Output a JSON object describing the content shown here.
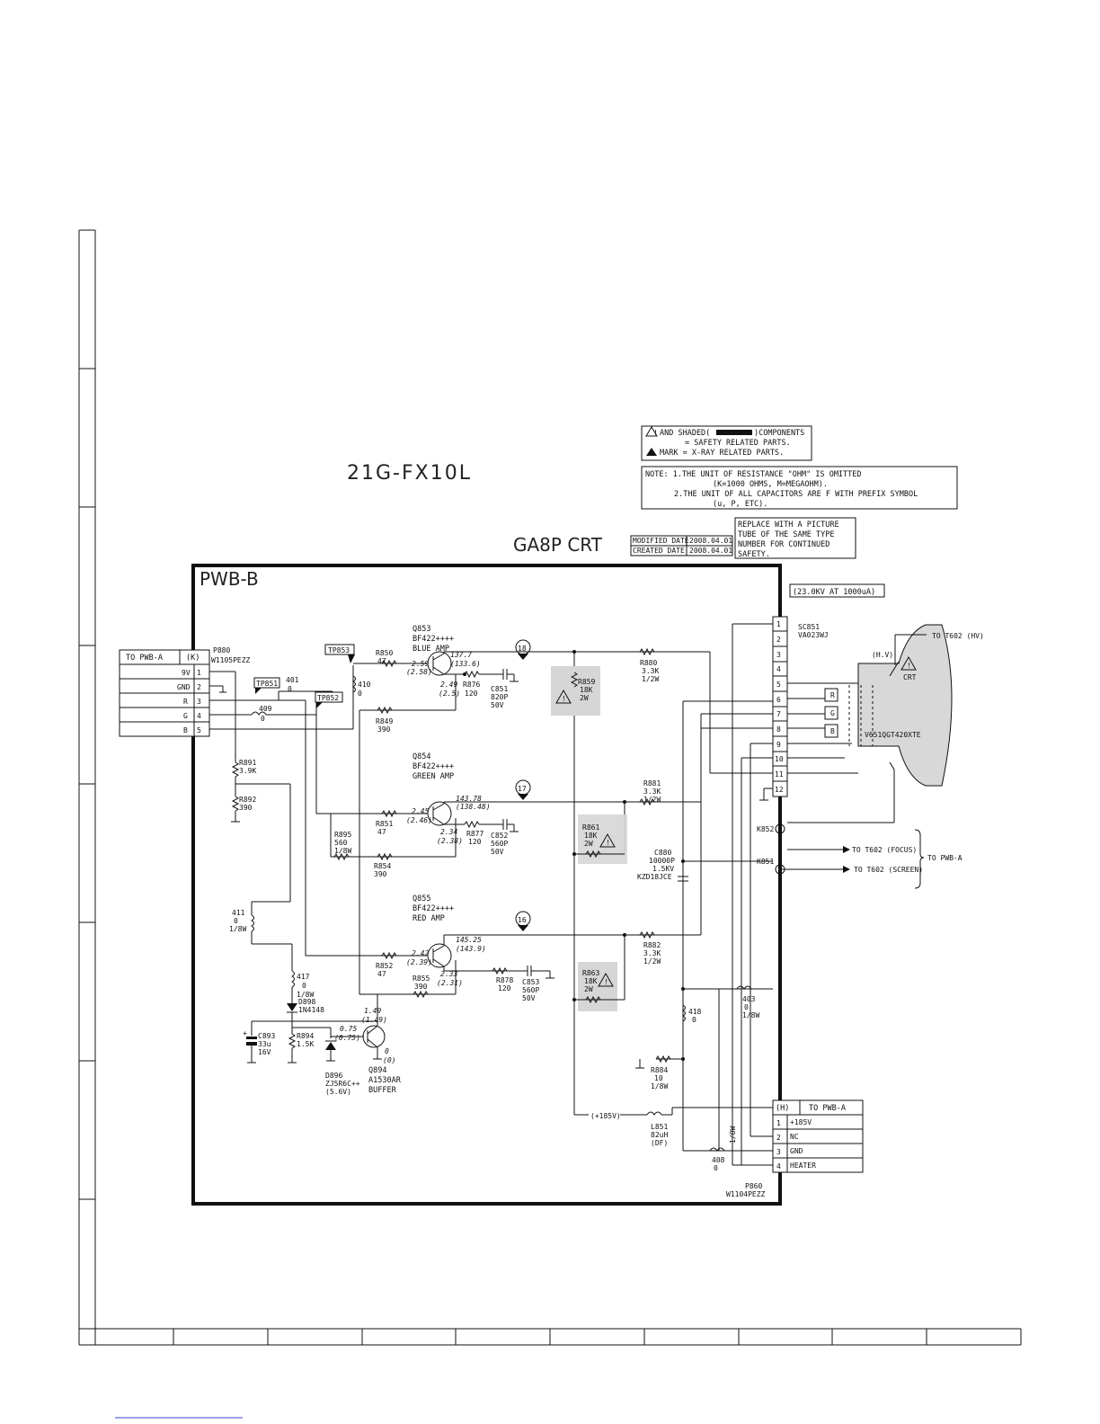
{
  "model": "21G-FX10L",
  "chassis": "GA8P CRT",
  "board": "PWB-B",
  "safety_note": {
    "line1": "AND SHADED(",
    "line1b": ")COMPONENTS",
    "line2": "= SAFETY RELATED PARTS.",
    "line3": "MARK = X-RAY RELATED PARTS."
  },
  "unit_note": {
    "line1": "NOTE: 1.THE UNIT OF RESISTANCE \"OHM\" IS OMITTED",
    "line2": "(K=1000 OHMS, M=MEGAOHM).",
    "line3": "2.THE UNIT OF ALL CAPACITORS ARE F WITH PREFIX SYMBOL",
    "line4": "(u, P, ETC)."
  },
  "dates": {
    "modified_label": "MODIFIED DATE",
    "modified": "2008.04.01",
    "created_label": "CREATED DATE",
    "created": "2008.04.01"
  },
  "replace_note": {
    "line1": "REPLACE WITH A PICTURE",
    "line2": "TUBE OF THE SAME TYPE",
    "line3": "NUMBER FOR CONTINUED",
    "line4": "SAFETY."
  },
  "hv_note": "(23.0KV AT 1000uA)",
  "conn_k": {
    "title": "TO PWB-A",
    "tag": "(K)",
    "ref": "P880",
    "part": "W1105PEZZ",
    "pins": [
      {
        "n": "1",
        "label": "9V"
      },
      {
        "n": "2",
        "label": "GND"
      },
      {
        "n": "3",
        "label": "R"
      },
      {
        "n": "4",
        "label": "G"
      },
      {
        "n": "5",
        "label": "B"
      }
    ]
  },
  "conn_h": {
    "tag": "(H)",
    "title": "TO PWB-A",
    "ref": "P860",
    "part": "W1104PEZZ",
    "pins": [
      {
        "n": "1",
        "label": "+185V"
      },
      {
        "n": "2",
        "label": "NC"
      },
      {
        "n": "3",
        "label": "GND"
      },
      {
        "n": "4",
        "label": "HEATER"
      }
    ]
  },
  "socket": {
    "ref": "SC851",
    "part": "VA023WJ",
    "pins": [
      "1",
      "2",
      "3",
      "4",
      "5",
      "6",
      "7",
      "8",
      "9",
      "10",
      "11",
      "12"
    ]
  },
  "crt": {
    "label": "CRT",
    "hv": "(H.V)",
    "part": "V651QGT420XTE",
    "to_hv": "TO T602 (HV)",
    "to_focus": "TO T602 (FOCUS)",
    "to_screen": "TO T602 (SCREEN)",
    "to_pwba": "TO PWB-A",
    "guns": [
      "R",
      "G",
      "B"
    ]
  },
  "transistors": {
    "q853": {
      "ref": "Q853",
      "part": "BF422++++",
      "name": "BLUE AMP",
      "vb": "2.59",
      "vb2": "(2.58)",
      "vc": "137.7",
      "vc2": "(133.6)",
      "ve": "2.49",
      "ve2": "(2.5)"
    },
    "q854": {
      "ref": "Q854",
      "part": "BF422++++",
      "name": "GREEN AMP",
      "vb": "2.45",
      "vb2": "(2.46)",
      "vc": "143.78",
      "vc2": "(138.48)",
      "ve": "2.34",
      "ve2": "(2.38)"
    },
    "q855": {
      "ref": "Q855",
      "part": "BF422++++",
      "name": "RED AMP",
      "vb": "2.42",
      "vb2": "(2.39)",
      "vc": "145.25",
      "vc2": "(143.9)",
      "ve": "2.33",
      "ve2": "(2.31)"
    },
    "q894": {
      "ref": "Q894",
      "part": "A1530AR",
      "name": "BUFFER",
      "vb": "0.75",
      "vb2": "(0.75)",
      "vc": "0",
      "vc2": "(0)",
      "ve": "1.49",
      "ve2": "(1.49)"
    }
  },
  "waveforms": [
    "18",
    "17",
    "16"
  ],
  "testpoints": [
    "TP853",
    "TP851",
    "TP852"
  ],
  "parts": {
    "r850": [
      "R850",
      "47"
    ],
    "r851": [
      "R851",
      "47"
    ],
    "r852": [
      "R852",
      "47"
    ],
    "r849": [
      "R849",
      "390"
    ],
    "r854": [
      "R854",
      "390"
    ],
    "r855": [
      "R855",
      "390"
    ],
    "r876": [
      "R876",
      "120"
    ],
    "r877": [
      "R877",
      "120"
    ],
    "r878": [
      "R878",
      "120"
    ],
    "c851": [
      "C851",
      "820P",
      "50V"
    ],
    "c852": [
      "C852",
      "560P",
      "50V"
    ],
    "c853": [
      "C853",
      "560P",
      "50V"
    ],
    "r859": [
      "R859",
      "18K",
      "2W"
    ],
    "r861": [
      "R861",
      "18K",
      "2W"
    ],
    "r863": [
      "R863",
      "18K",
      "2W"
    ],
    "r880": [
      "R880",
      "3.3K",
      "1/2W"
    ],
    "r881": [
      "R881",
      "3.3K",
      "1/2W"
    ],
    "r882": [
      "R882",
      "3.3K",
      "1/2W"
    ],
    "r891": [
      "R891",
      "3.9K"
    ],
    "r892": [
      "R892",
      "390"
    ],
    "r895": [
      "R895",
      "560",
      "1/8W"
    ],
    "r894": [
      "R894",
      "1.5K"
    ],
    "r884": [
      "R884",
      "10",
      "1/8W"
    ],
    "c893": [
      "C893",
      "33u",
      "16V"
    ],
    "c880": [
      "C880",
      "10000P",
      "1.5KV",
      "KZD18JCE"
    ],
    "d898": [
      "D898",
      "1N4148"
    ],
    "d896": [
      "D896",
      "ZJ5R6C++",
      "(5.6V)"
    ],
    "l851": [
      "L851",
      "82uH",
      "(DF)"
    ],
    "j401": [
      "401",
      "0"
    ],
    "j409": [
      "409",
      "0"
    ],
    "j410": [
      "410",
      "0"
    ],
    "j411": [
      "411",
      "0",
      "1/8W"
    ],
    "j417": [
      "417",
      "0",
      "1/8W"
    ],
    "j403": [
      "403",
      "0",
      "1/8W"
    ],
    "j418": [
      "418",
      "0"
    ],
    "j408": [
      "408",
      "0"
    ],
    "j408w": "1/8W",
    "k852": "K852",
    "k851": "K851",
    "v185": "(+185V)"
  }
}
